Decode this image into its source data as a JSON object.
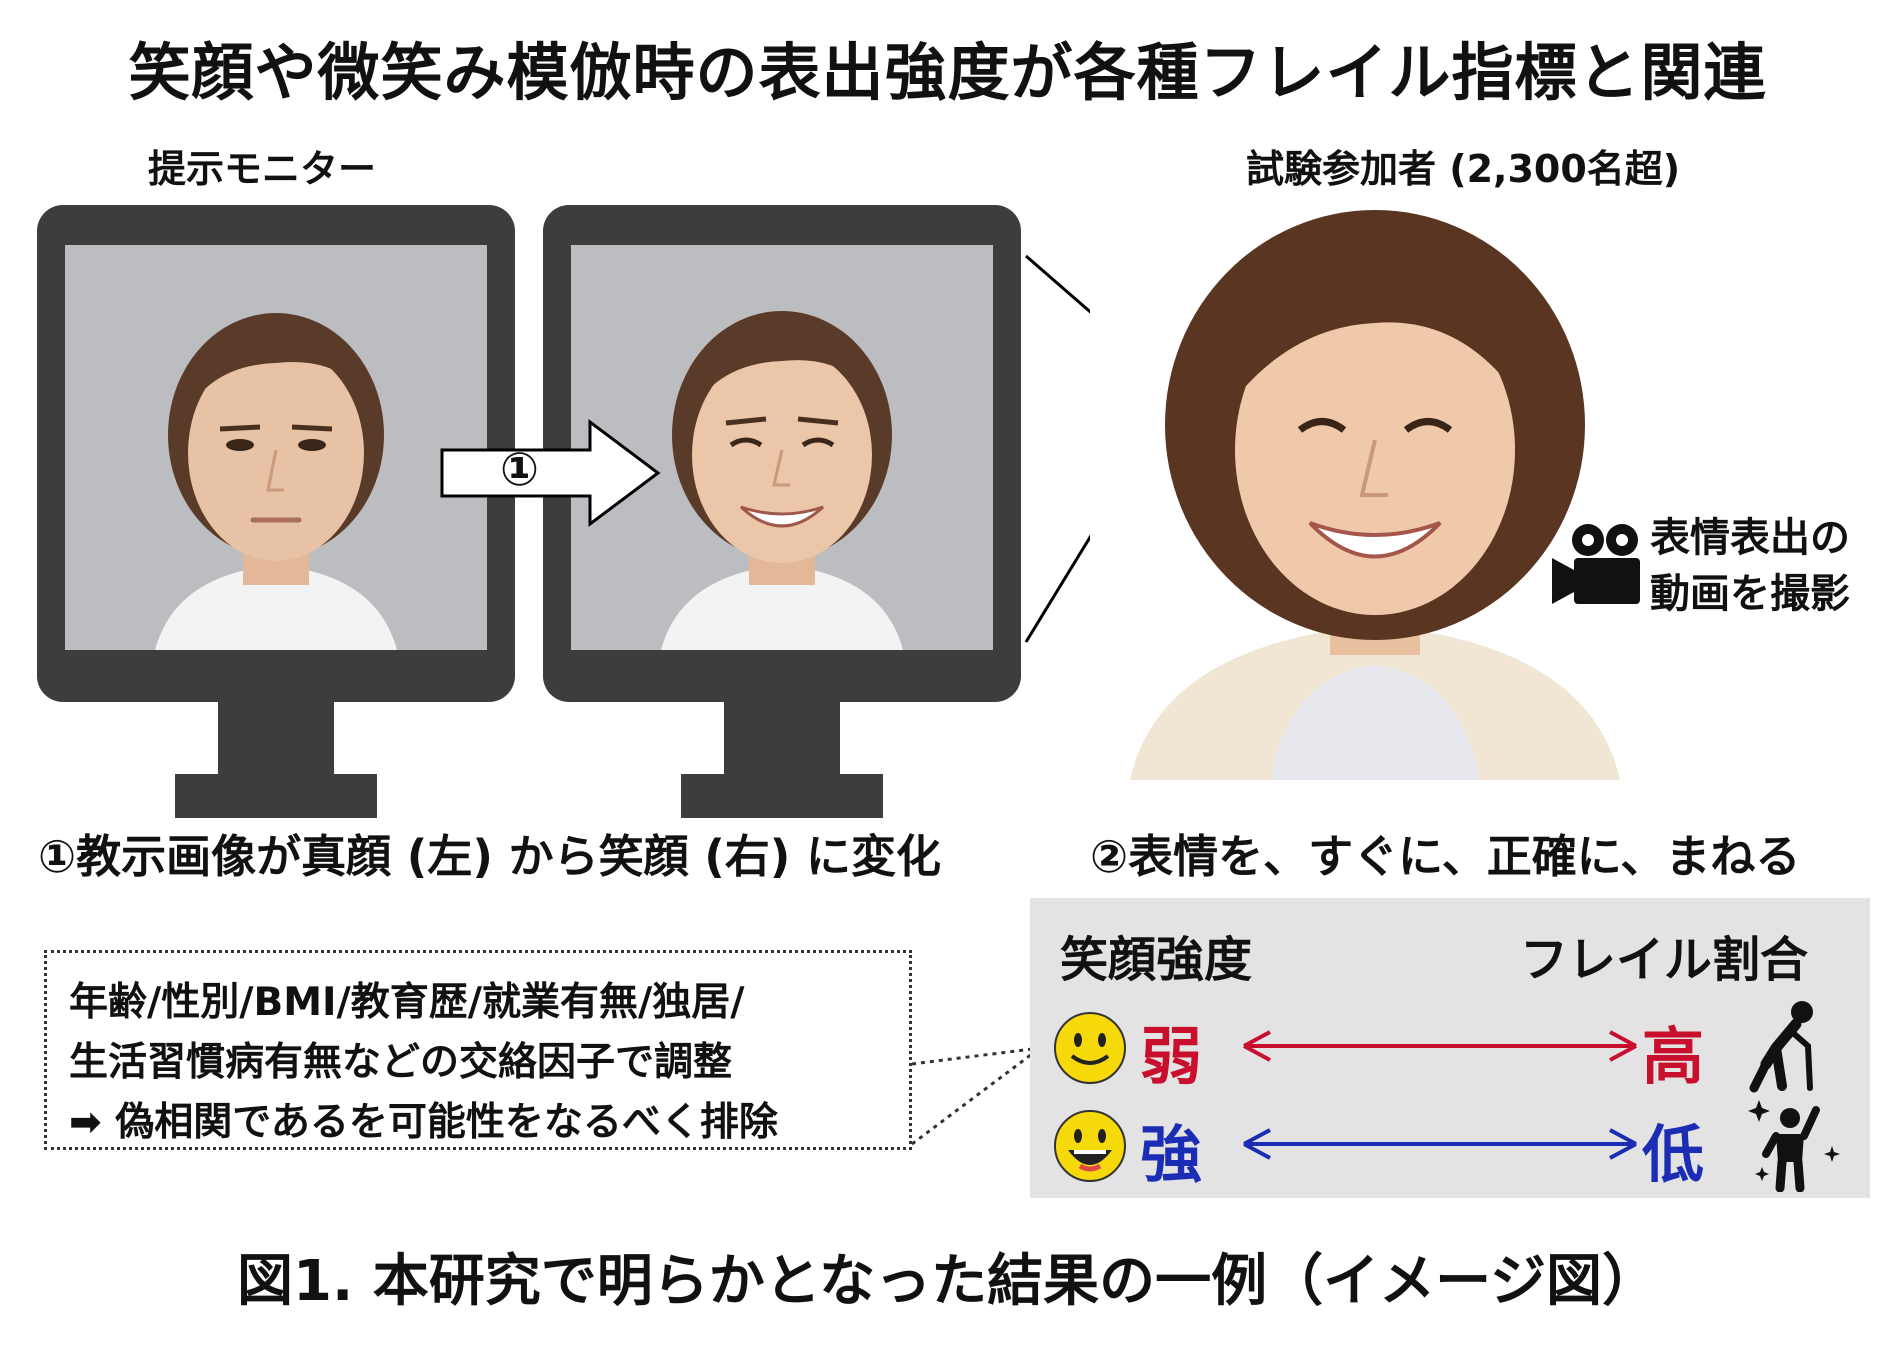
{
  "title": "笑顔や微笑み模倣時の表出強度が各種フレイル指標と関連",
  "monitor_label": "提示モニター",
  "participant_label": "試験参加者 (2,300名超)",
  "arrow_label": "①",
  "video_label": [
    "表情表出の",
    "動画を撮影"
  ],
  "caption_left": "①教示画像が真顔 (左) から笑顔 (右) に変化",
  "caption_right": "②表情を、すぐに、正確に、まねる",
  "note_lines": [
    "年齢/性別/BMI/教育歴/就業有無/独居/",
    "生活習慣病有無などの交絡因子で調整",
    "➡ 偽相関であるを可能性をなるべく排除"
  ],
  "panel": {
    "left_header": "笑顔強度",
    "right_header": "フレイル割合",
    "row_weak": {
      "left": "弱",
      "right": "高"
    },
    "row_strong": {
      "left": "強",
      "right": "低"
    }
  },
  "footer": "図1. 本研究で明らかとなった結果の一例（イメージ図）",
  "colors": {
    "red": "#c8102e",
    "blue": "#1b2db4",
    "monitor": "#3d3d3d",
    "panel_bg": "#e3e3e3",
    "smiley": "#f5d90a"
  }
}
